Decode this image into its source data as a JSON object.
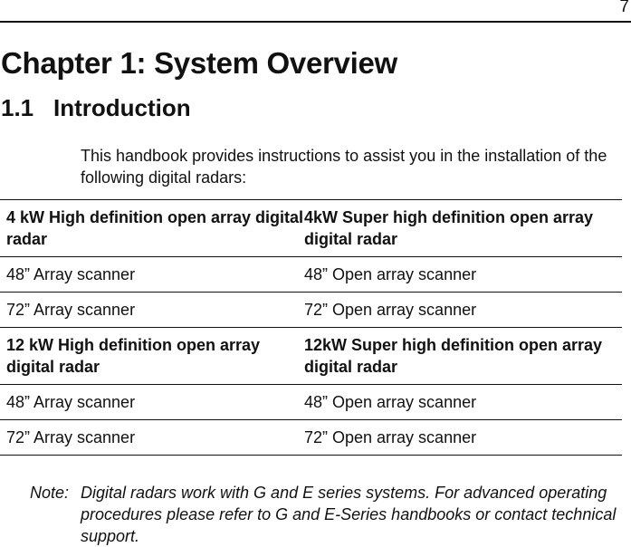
{
  "page": {
    "number": "7"
  },
  "chapter": {
    "title": "Chapter 1: System Overview"
  },
  "section": {
    "number": "1.1",
    "title": "Introduction"
  },
  "intro": {
    "text": "This handbook provides instructions to assist you in the installation of the following digital radars:"
  },
  "table": {
    "groups": [
      {
        "headers": [
          "4 kW High definition open array digital radar",
          "4kW Super high definition open array digital radar"
        ],
        "rows": [
          [
            "48” Array scanner",
            "48” Open array scanner"
          ],
          [
            "72” Array scanner",
            "72” Open array scanner"
          ]
        ]
      },
      {
        "headers": [
          "12 kW High definition open array digital radar",
          "12kW Super high definition open array digital radar"
        ],
        "rows": [
          [
            "48” Array scanner",
            "48” Open array scanner"
          ],
          [
            "72” Array scanner",
            "72” Open array scanner"
          ]
        ]
      }
    ]
  },
  "note": {
    "label": "Note:",
    "text": "Digital radars work with G and E series systems. For advanced operating procedures please refer to G and E-Series handbooks or contact technical support."
  }
}
